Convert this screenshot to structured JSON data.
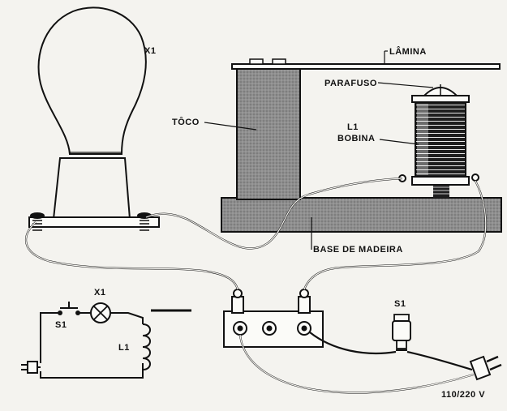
{
  "labels": {
    "lamp": "X1",
    "lamina": "LÂMINA",
    "parafuso": "PARAFUSO",
    "toco": "TÔCO",
    "coil_id": "L1",
    "coil_name": "BOBINA",
    "base": "BASE DE MADEIRA",
    "switch": "S1",
    "voltage": "110/220 V"
  },
  "schematic": {
    "switch": "S1",
    "lamp": "X1",
    "coil": "L1"
  },
  "colors": {
    "ink": "#111111",
    "paper": "#f4f3ef",
    "wood_fill": "#8c8c8c",
    "coil_fill": "#2a2a2a"
  }
}
